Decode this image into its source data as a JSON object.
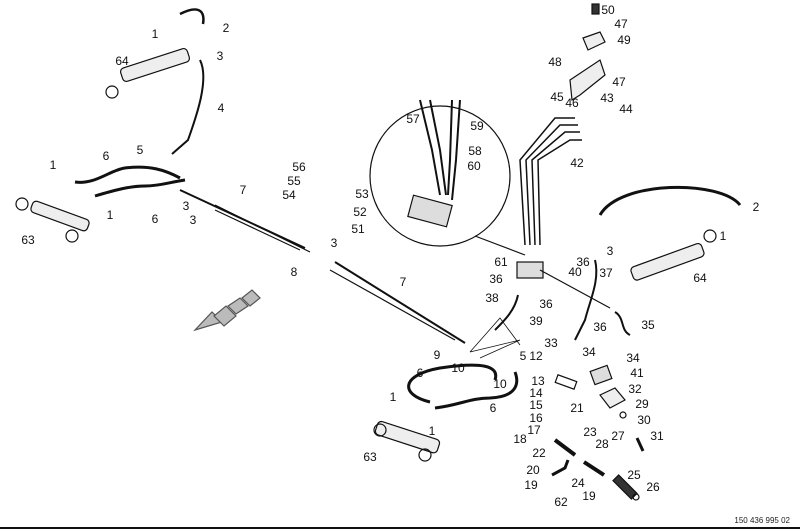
{
  "diagram": {
    "drawing_number": "150 436 995 02",
    "callouts": [
      "50",
      "47",
      "49",
      "48",
      "47",
      "45",
      "46",
      "43",
      "44",
      "42",
      "2",
      "1",
      "3",
      "64",
      "4",
      "5",
      "6",
      "1",
      "1",
      "6",
      "63",
      "7",
      "3",
      "3",
      "56",
      "55",
      "54",
      "53",
      "52",
      "51",
      "57",
      "59",
      "58",
      "60",
      "8",
      "3",
      "7",
      "9",
      "10",
      "10",
      "5",
      "2",
      "1",
      "3",
      "36",
      "37",
      "40",
      "61",
      "36",
      "38",
      "36",
      "39",
      "64",
      "36",
      "35",
      "33",
      "12",
      "34",
      "34",
      "41",
      "13",
      "14",
      "15",
      "16",
      "32",
      "29",
      "30",
      "31",
      "21",
      "23",
      "17",
      "18",
      "22",
      "27",
      "28",
      "20",
      "24",
      "25",
      "26",
      "19",
      "62",
      "19",
      "6",
      "6",
      "1",
      "1",
      "63"
    ]
  }
}
